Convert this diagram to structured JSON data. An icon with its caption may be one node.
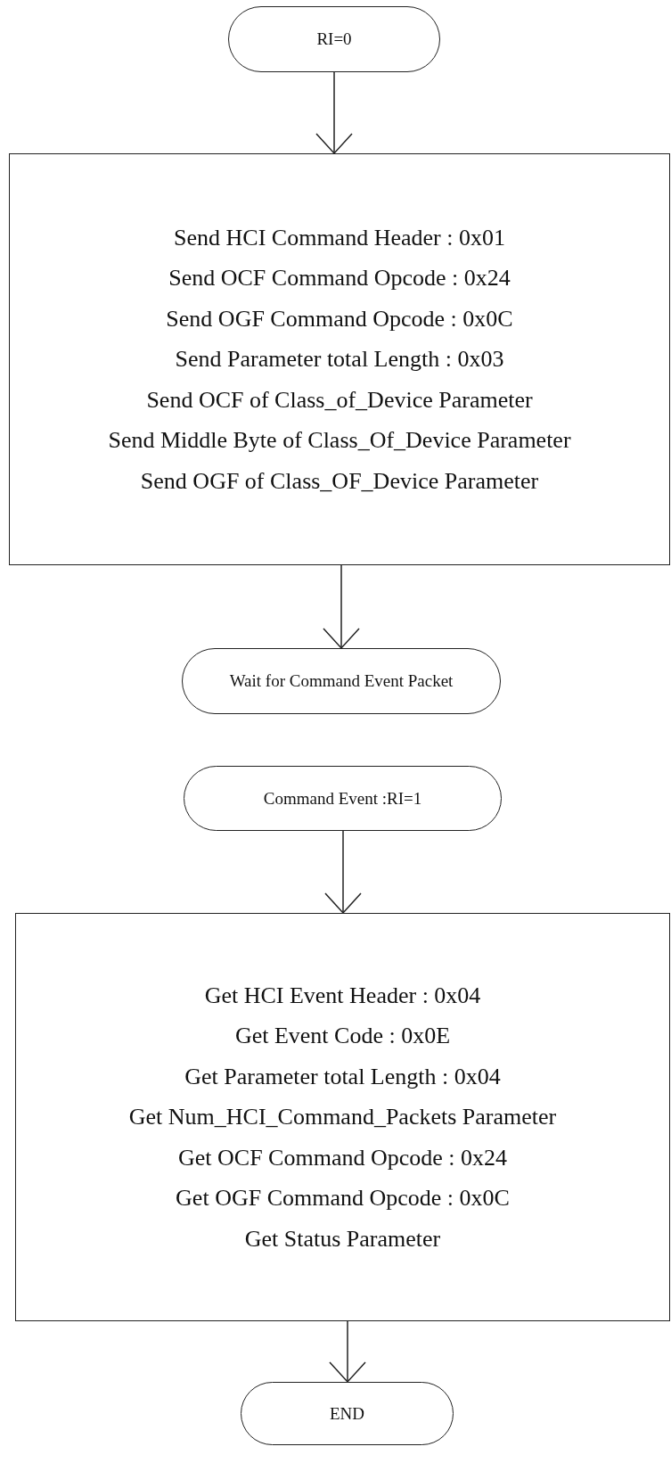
{
  "diagram": {
    "nodes": [
      {
        "text": [
          "RI=0"
        ]
      },
      {
        "text": [
          "Send HCI Command Header : 0x01",
          "Send OCF Command Opcode : 0x24",
          "Send OGF Command Opcode : 0x0C",
          "Send Parameter total Length : 0x03",
          "Send OCF of Class_of_Device Parameter",
          "Send Middle Byte of Class_Of_Device Parameter",
          "Send OGF of Class_OF_Device Parameter"
        ]
      },
      {
        "text": [
          "Wait for Command Event Packet"
        ]
      },
      {
        "text": [
          "Command Event :RI=1"
        ]
      },
      {
        "text": [
          "Get HCI Event Header : 0x04",
          "Get Event Code : 0x0E",
          "Get Parameter total Length : 0x04",
          "Get Num_HCI_Command_Packets Parameter",
          "Get OCF Command Opcode : 0x24",
          "Get OGF Command Opcode : 0x0C",
          "Get Status Parameter"
        ]
      },
      {
        "text": [
          "END"
        ]
      }
    ],
    "edges": [
      {
        "from": 0,
        "to": 1,
        "arrow": "to"
      },
      {
        "from": 1,
        "to": 2,
        "arrow": "to"
      },
      {
        "from": 3,
        "to": 4,
        "arrow": "to"
      },
      {
        "from": 4,
        "to": 5,
        "arrow": "to"
      }
    ]
  }
}
